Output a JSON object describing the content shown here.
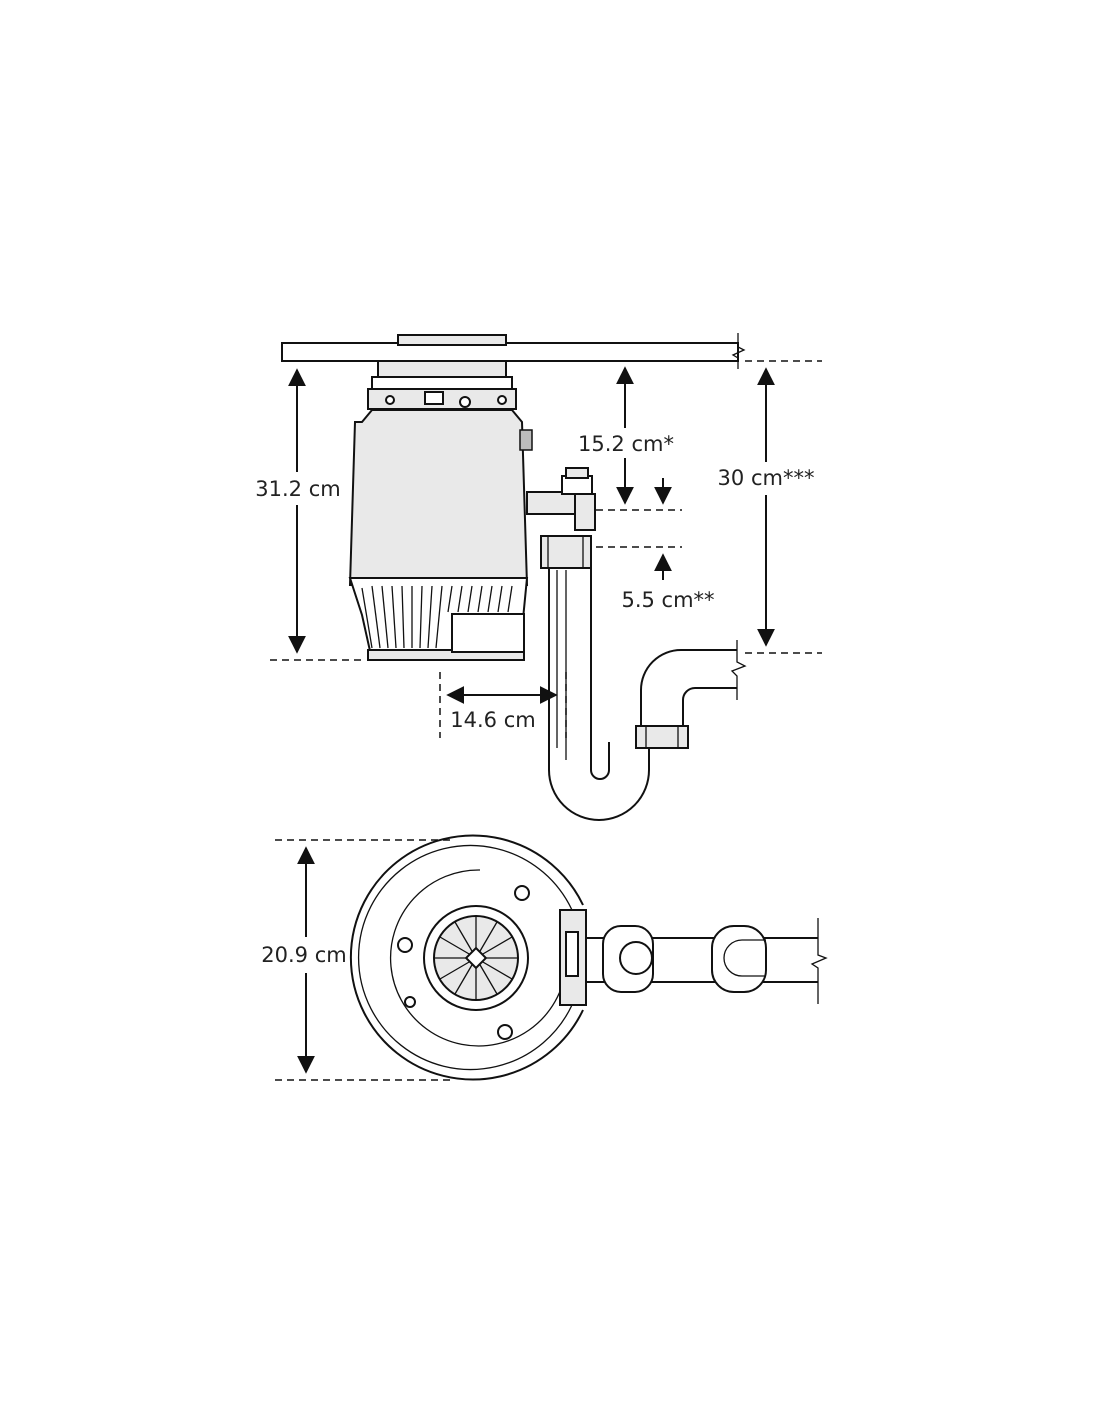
{
  "diagram": {
    "side_view": {
      "dimensions": {
        "height": "31.2 cm",
        "inlet_to_sink": "15.2 cm*",
        "inlet_spacing": "5.5 cm**",
        "drain_to_sink": "30 cm***",
        "outlet_offset": "14.6 cm"
      }
    },
    "top_view": {
      "dimensions": {
        "diameter": "20.9 cm"
      }
    }
  }
}
